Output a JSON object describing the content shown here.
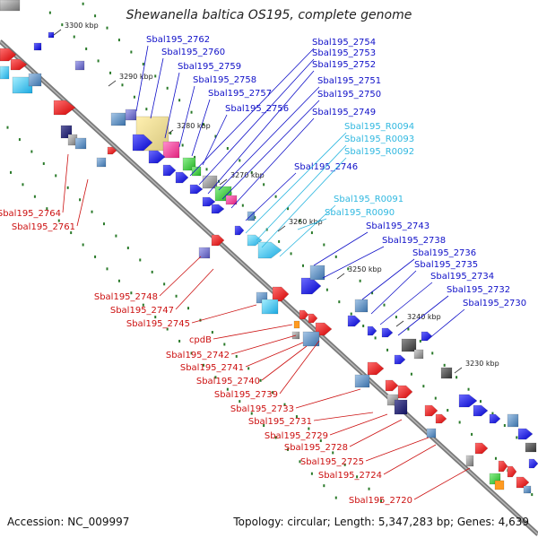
{
  "title": "Shewanella baltica OS195, complete genome",
  "footer": {
    "accession": "Accession: NC_009997",
    "topology": "Topology: circular; Length: 5,347,283 bp; Genes: 4,639"
  },
  "colors": {
    "backbone": "#8a8a8a",
    "label_blue": "#1010c8",
    "label_cyan": "#30b8e0",
    "label_red": "#cc1010",
    "tick": "#2a7a2a"
  },
  "kbp_marks": [
    "3300 kbp",
    "3290 kbp",
    "3280 kbp",
    "3270 kbp",
    "3260 kbp",
    "3250 kbp",
    "3240 kbp",
    "3230 kbp"
  ],
  "blue_labels": [
    "Sbal195_2762",
    "Sbal195_2760",
    "Sbal195_2759",
    "Sbal195_2758",
    "Sbal195_2757",
    "Sbal195_2756",
    "Sbal195_2754",
    "Sbal195_2753",
    "Sbal195_2752",
    "Sbal195_2751",
    "Sbal195_2750",
    "Sbal195_2749",
    "Sbal195_2746",
    "Sbal195_2743",
    "Sbal195_2738",
    "Sbal195_2736",
    "Sbal195_2735",
    "Sbal195_2734",
    "Sbal195_2732",
    "Sbal195_2730"
  ],
  "cyan_labels": [
    "Sbal195_R0094",
    "Sbal195_R0093",
    "Sbal195_R0092",
    "Sbal195_R0091",
    "Sbal195_R0090"
  ],
  "red_labels": [
    "Sbal195_2764",
    "Sbal195_2761",
    "Sbal195_2748",
    "Sbal195_2747",
    "Sbal195_2745",
    "cpdB",
    "Sbal195_2742",
    "Sbal195_2741",
    "Sbal195_2740",
    "Sbal195_2739",
    "Sbal195_2733",
    "Sbal195_2731",
    "Sbal195_2729",
    "Sbal195_2728",
    "Sbal195_2725",
    "Sbal195_2724",
    "Sbal195_2720"
  ]
}
